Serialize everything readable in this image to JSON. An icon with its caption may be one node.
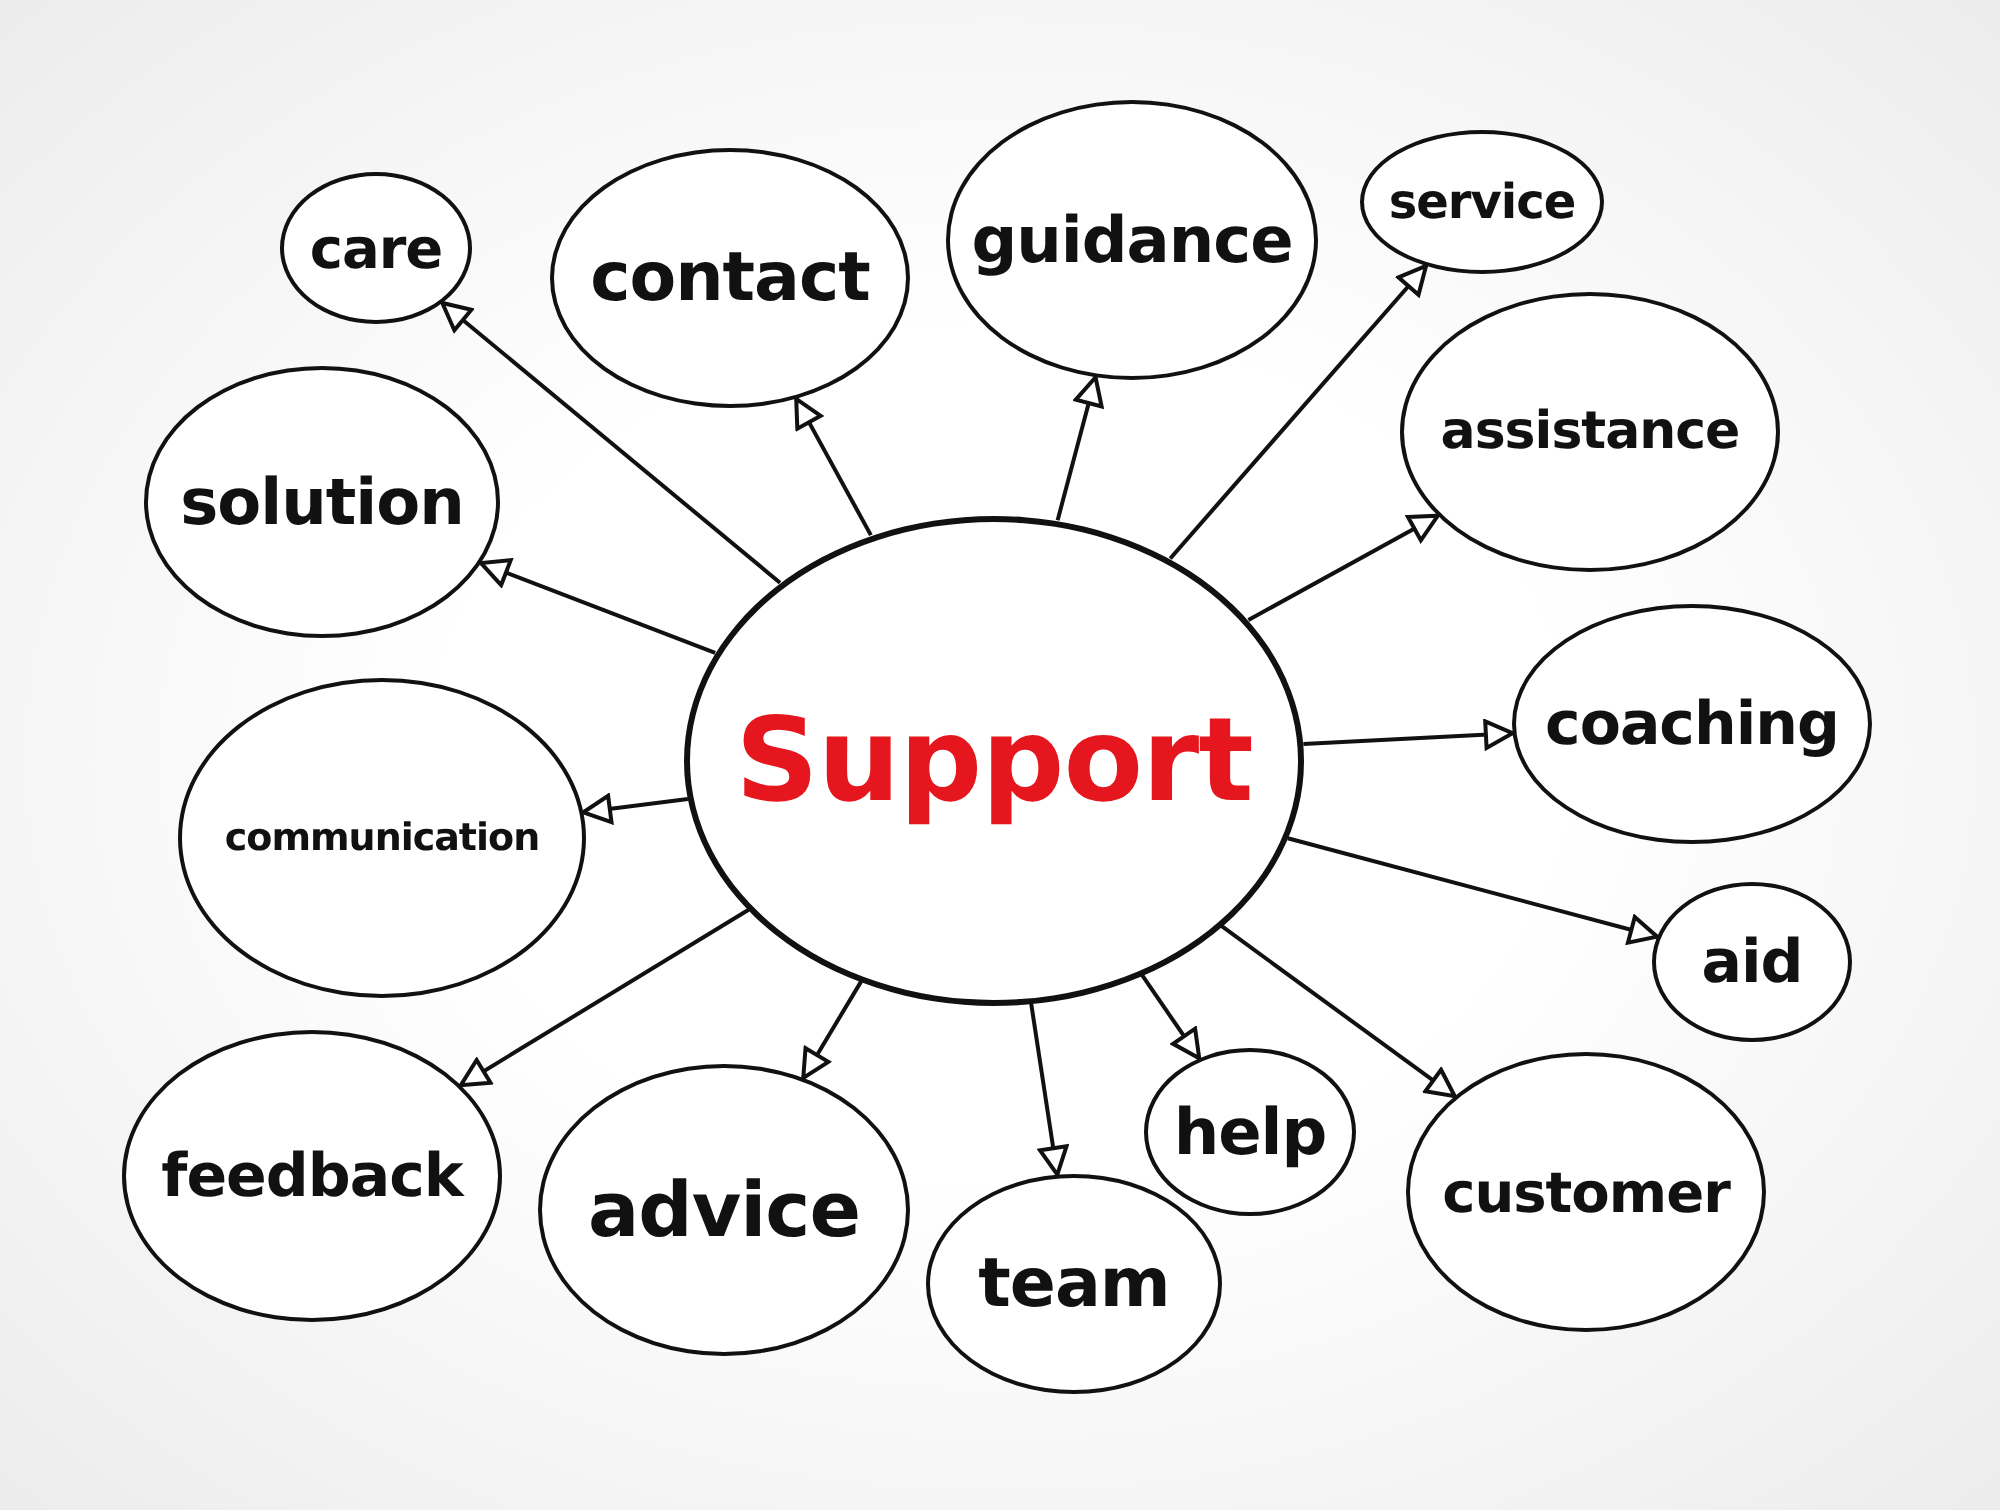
{
  "diagram": {
    "nodes": [
      {
        "text": [
          "Support"
        ]
      },
      {
        "text": [
          "care"
        ]
      },
      {
        "text": [
          "contact"
        ]
      },
      {
        "text": [
          "guidance"
        ]
      },
      {
        "text": [
          "service"
        ]
      },
      {
        "text": [
          "solution"
        ]
      },
      {
        "text": [
          "assistance"
        ]
      },
      {
        "text": [
          "communication"
        ]
      },
      {
        "text": [
          "coaching"
        ]
      },
      {
        "text": [
          "aid"
        ]
      },
      {
        "text": [
          "feedback"
        ]
      },
      {
        "text": [
          "advice"
        ]
      },
      {
        "text": [
          "team"
        ]
      },
      {
        "text": [
          "help"
        ]
      },
      {
        "text": [
          "customer"
        ]
      }
    ],
    "edges": [
      {
        "from": 0,
        "to": 1,
        "arrow": "to"
      },
      {
        "from": 0,
        "to": 2,
        "arrow": "to"
      },
      {
        "from": 0,
        "to": 3,
        "arrow": "to"
      },
      {
        "from": 0,
        "to": 4,
        "arrow": "to"
      },
      {
        "from": 0,
        "to": 5,
        "arrow": "to"
      },
      {
        "from": 0,
        "to": 6,
        "arrow": "to"
      },
      {
        "from": 0,
        "to": 7,
        "arrow": "to"
      },
      {
        "from": 0,
        "to": 8,
        "arrow": "to"
      },
      {
        "from": 0,
        "to": 9,
        "arrow": "to"
      },
      {
        "from": 0,
        "to": 10,
        "arrow": "to"
      },
      {
        "from": 0,
        "to": 11,
        "arrow": "to"
      },
      {
        "from": 0,
        "to": 12,
        "arrow": "to"
      },
      {
        "from": 0,
        "to": 13,
        "arrow": "to"
      },
      {
        "from": 0,
        "to": 14,
        "arrow": "to"
      }
    ]
  }
}
